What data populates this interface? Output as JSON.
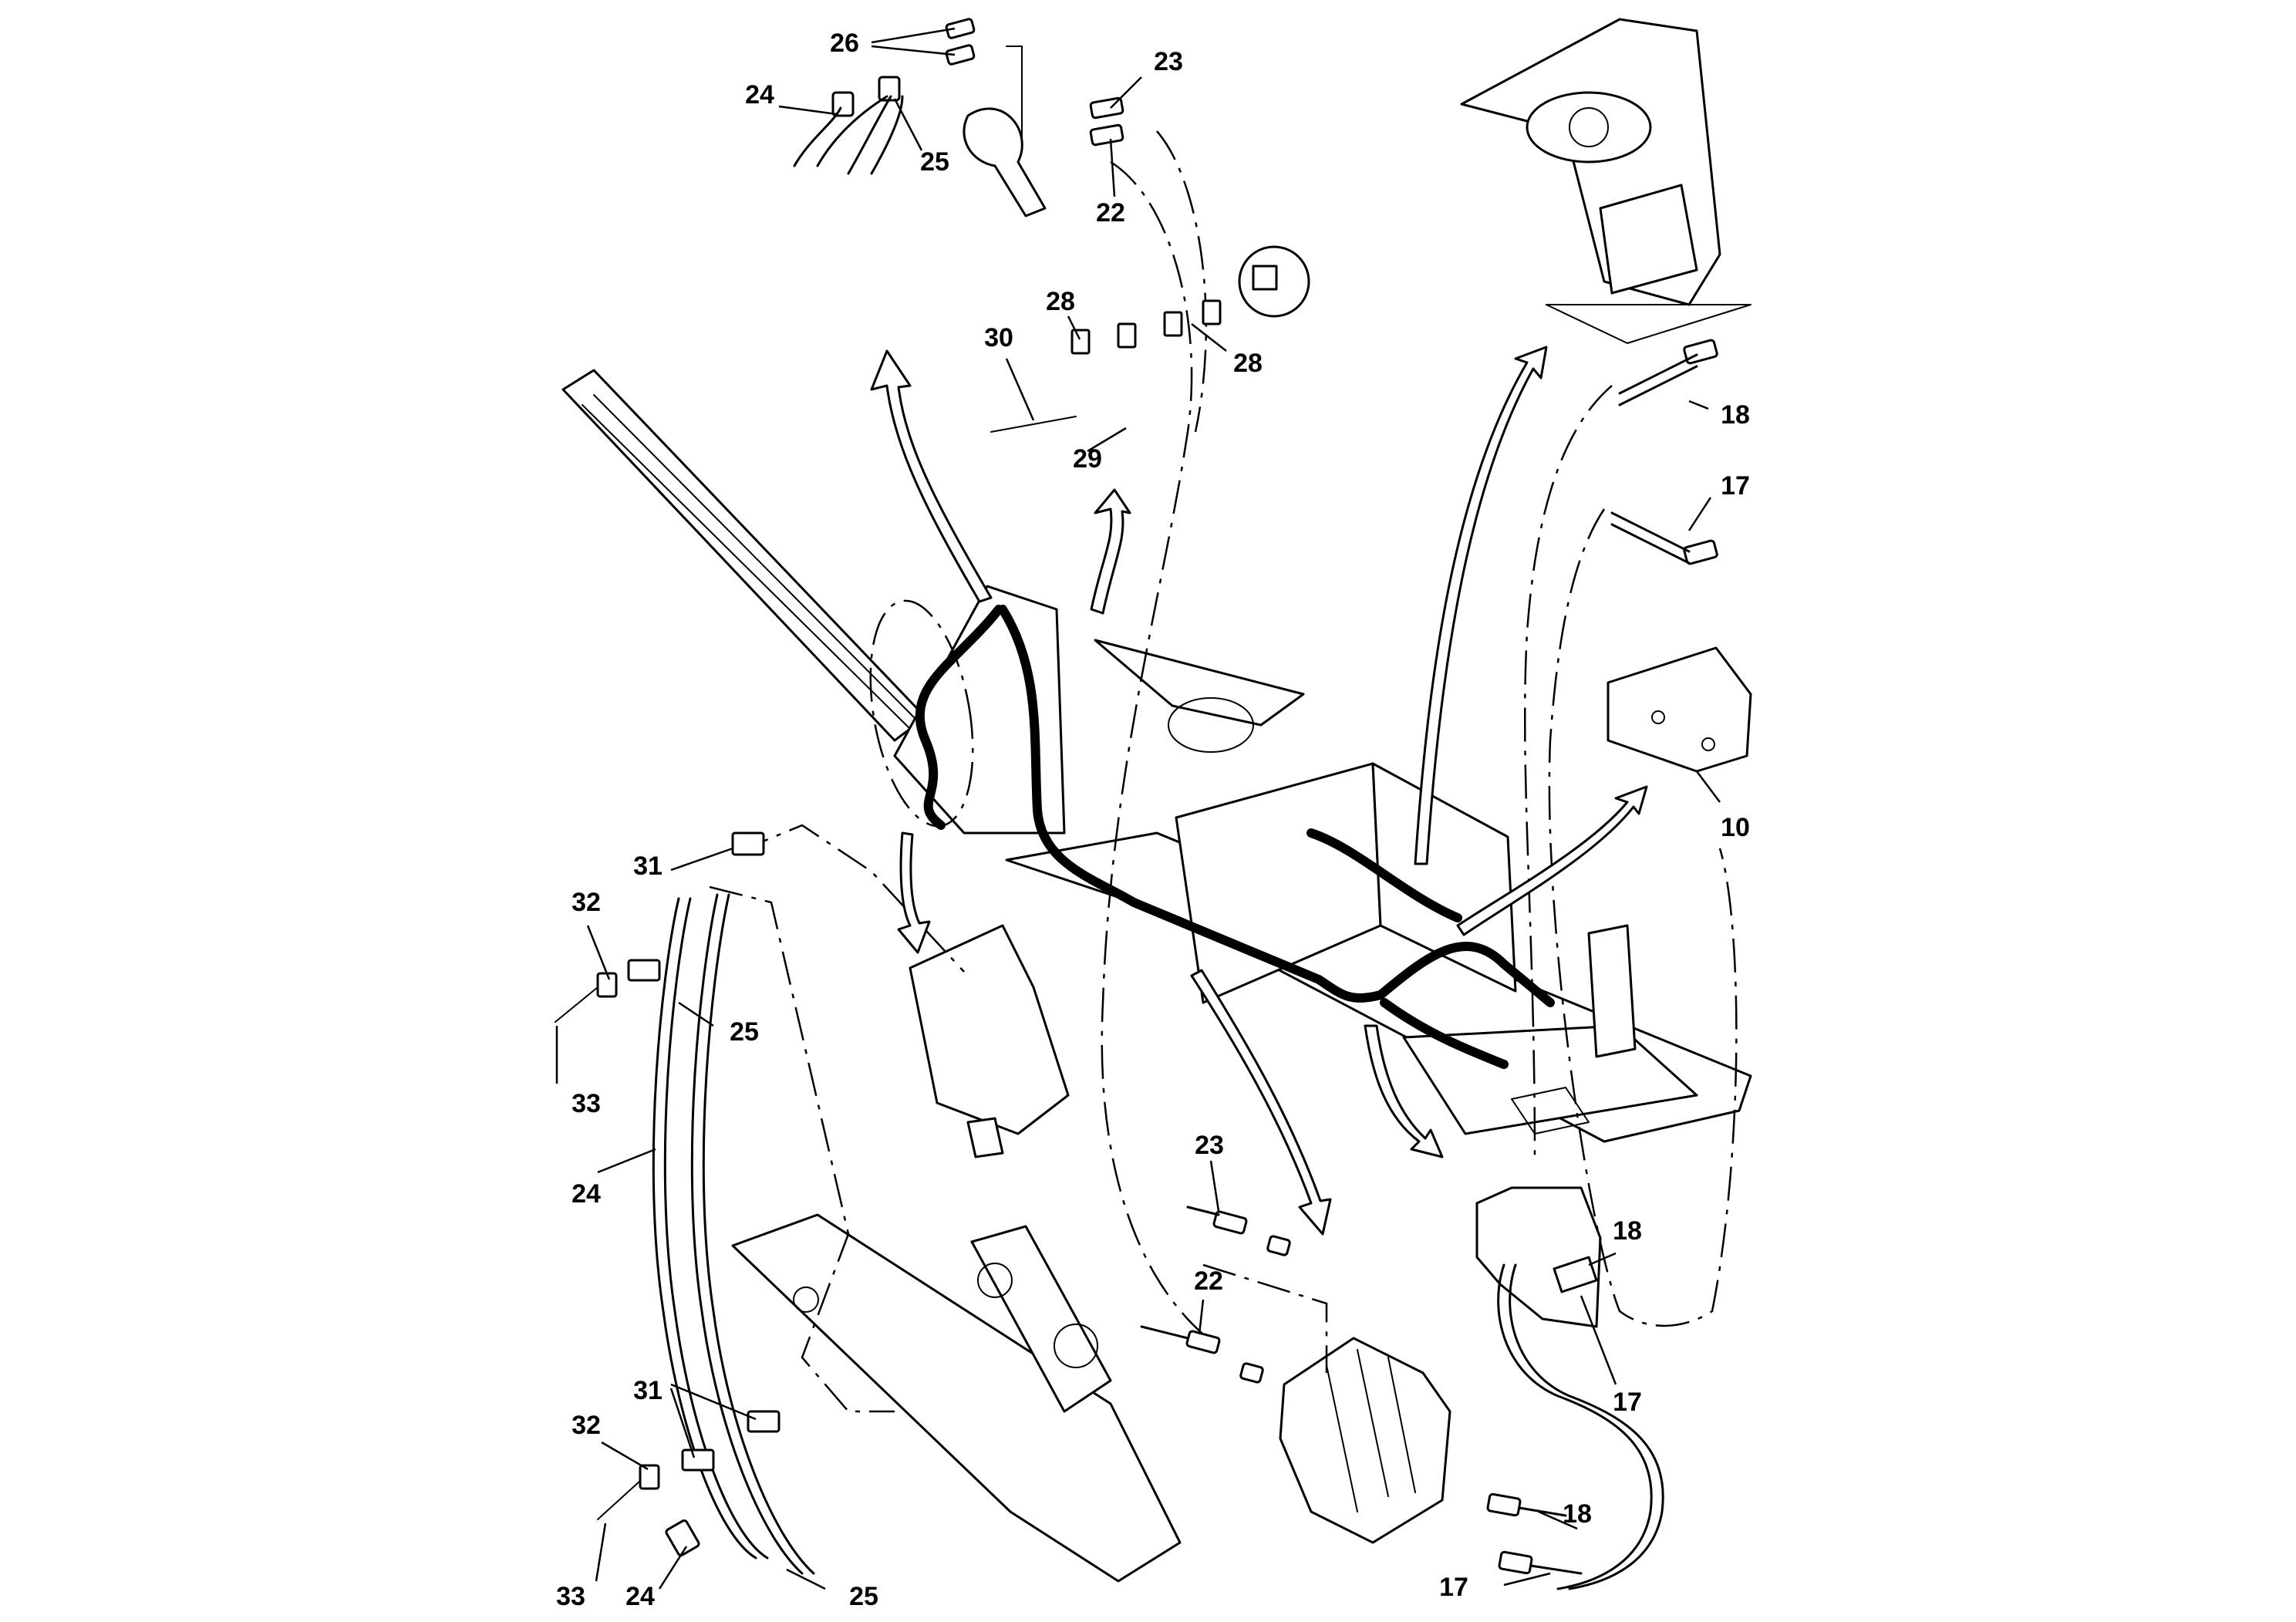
{
  "callouts": [
    {
      "id": "c26",
      "label": "26"
    },
    {
      "id": "c23a",
      "label": "23"
    },
    {
      "id": "c24a",
      "label": "24"
    },
    {
      "id": "c25a",
      "label": "25"
    },
    {
      "id": "c22a",
      "label": "22"
    },
    {
      "id": "c30",
      "label": "30"
    },
    {
      "id": "c28a",
      "label": "28"
    },
    {
      "id": "c28b",
      "label": "28"
    },
    {
      "id": "c29",
      "label": "29"
    },
    {
      "id": "c18a",
      "label": "18"
    },
    {
      "id": "c17a",
      "label": "17"
    },
    {
      "id": "c10",
      "label": "10"
    },
    {
      "id": "c31a",
      "label": "31"
    },
    {
      "id": "c32a",
      "label": "32"
    },
    {
      "id": "c25b",
      "label": "25"
    },
    {
      "id": "c33a",
      "label": "33"
    },
    {
      "id": "c24b",
      "label": "24"
    },
    {
      "id": "c23b",
      "label": "23"
    },
    {
      "id": "c22b",
      "label": "22"
    },
    {
      "id": "c18b",
      "label": "18"
    },
    {
      "id": "c17b",
      "label": "17"
    },
    {
      "id": "c31b",
      "label": "31"
    },
    {
      "id": "c32b",
      "label": "32"
    },
    {
      "id": "c18c",
      "label": "18"
    },
    {
      "id": "c33b",
      "label": "33"
    },
    {
      "id": "c24c",
      "label": "24"
    },
    {
      "id": "c25c",
      "label": "25"
    },
    {
      "id": "c17c",
      "label": "17"
    }
  ]
}
